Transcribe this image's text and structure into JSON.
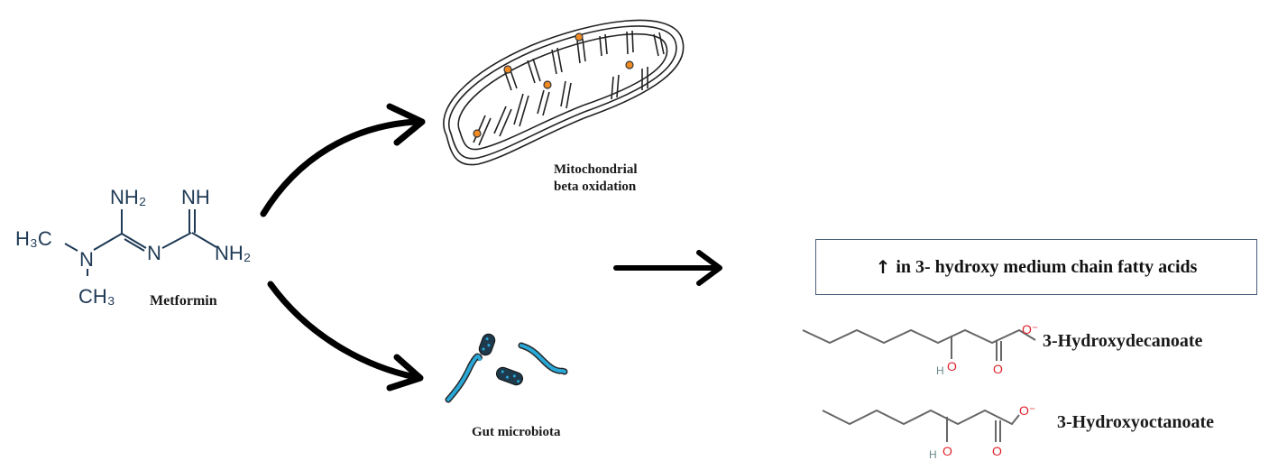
{
  "metformin": {
    "label": "Metformin",
    "atoms": {
      "nh2_top": "NH₂",
      "nh_top": "NH",
      "h3c": "H₃C",
      "n_left": "N",
      "n_mid": "N",
      "nh2_right": "NH₂",
      "ch3": "CH₃"
    }
  },
  "pathways": {
    "mitochondria": {
      "label_line1": "Mitochondrial",
      "label_line2": "beta oxidation"
    },
    "microbiota": {
      "label": "Gut microbiota"
    }
  },
  "result": {
    "arrow_symbol": "↑",
    "text": "in 3- hydroxy medium chain fatty acids"
  },
  "compounds": [
    {
      "name": "3-Hydroxydecanoate",
      "o_minus": "O⁻",
      "oh_h": "H",
      "oh_o": "O",
      "carbonyl_o": "O"
    },
    {
      "name": "3-Hydroxyoctanoate",
      "o_minus": "O⁻",
      "oh_h": "H",
      "oh_o": "O",
      "carbonyl_o": "O"
    }
  ],
  "colors": {
    "molecule": "#1f3a55",
    "oxygen": "#e0202a",
    "hydrogen": "#6a8a8a",
    "bond_grey": "#666666",
    "bacteria": "#2aa8d8",
    "organelle_dot": "#f08a24"
  }
}
